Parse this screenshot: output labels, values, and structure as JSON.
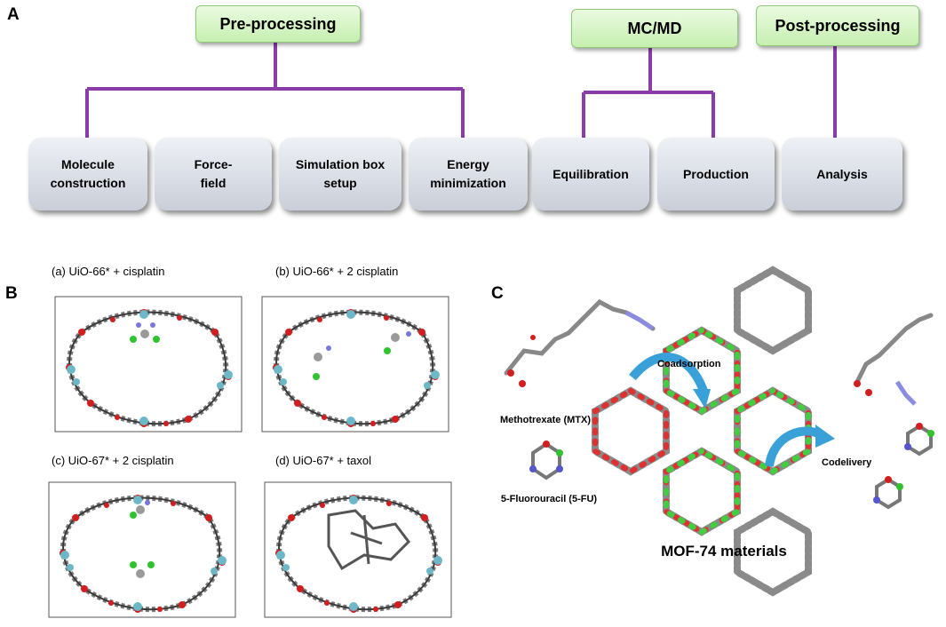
{
  "panel_a": {
    "letter": "A",
    "headers": {
      "pre": "Pre-processing",
      "mc": "MC/MD",
      "post": "Post-processing"
    },
    "steps": [
      "Molecule\nconstruction",
      "Force-\nfield",
      "Simulation box\nsetup",
      "Energy\nminimization",
      "Equilibration",
      "Production",
      "Analysis"
    ],
    "connector_color": "#8a3ca8"
  },
  "panel_b": {
    "letter": "B",
    "captions": [
      "(a) UiO-66* + cisplatin",
      "(b) UiO-66* + 2 cisplatin",
      "(c) UiO-67* + 2 cisplatin",
      "(d) UiO-67* + taxol"
    ]
  },
  "panel_c": {
    "letter": "C",
    "labels": {
      "mtx": "Methotrexate (MTX)",
      "fu": "5-Fluorouracil (5-FU)",
      "coadsorption": "Coadsorption",
      "codelivery": "Codelivery",
      "material": "MOF-74 materials"
    },
    "arrow_color": "#3aa0d8"
  }
}
